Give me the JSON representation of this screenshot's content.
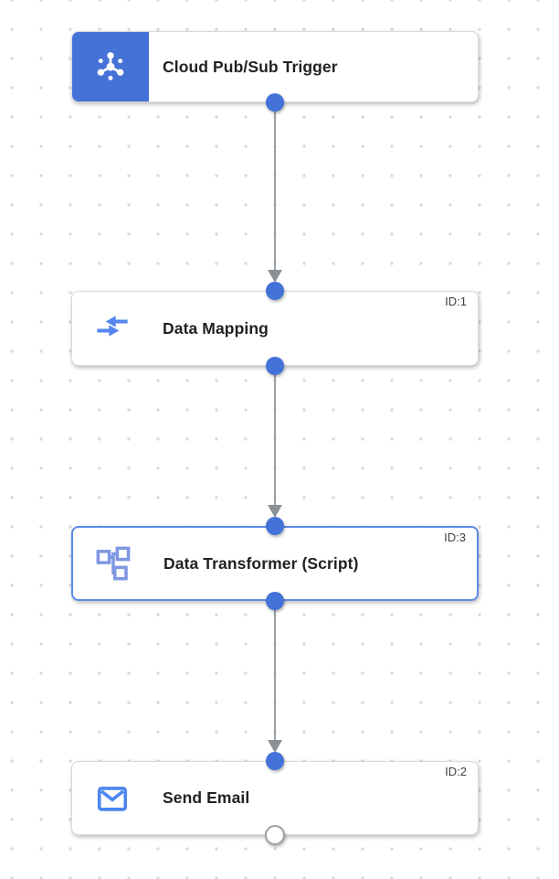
{
  "app": {
    "view": "integration-workflow-canvas"
  },
  "colors": {
    "node_accent_blue": "#4472d6",
    "port_blue": "#4372d8",
    "selected_border_blue": "#5c8ce6",
    "edge_gray": "#9aa0a6",
    "icon_blue": "#5585ee",
    "icon_light_blue": "#7e97e3",
    "grid_dot_gray": "#d9d9d9",
    "title_color": "#202124"
  },
  "nodes": [
    {
      "title": "Cloud Pub/Sub Trigger",
      "type": "trigger",
      "icon": "pubsub-icon",
      "id_label": ""
    },
    {
      "title": "Data Mapping",
      "type": "task",
      "icon": "data-mapping-icon",
      "id_label": "ID:1"
    },
    {
      "title": "Data Transformer (Script)",
      "type": "task",
      "icon": "data-transformer-icon",
      "id_label": "ID:3",
      "selected": true
    },
    {
      "title": "Send Email",
      "type": "task",
      "icon": "send-email-icon",
      "id_label": "ID:2"
    }
  ],
  "edges": [
    {
      "from": "Cloud Pub/Sub Trigger",
      "to": "Data Mapping"
    },
    {
      "from": "Data Mapping",
      "to": "Data Transformer (Script)"
    },
    {
      "from": "Data Transformer (Script)",
      "to": "Send Email"
    }
  ]
}
